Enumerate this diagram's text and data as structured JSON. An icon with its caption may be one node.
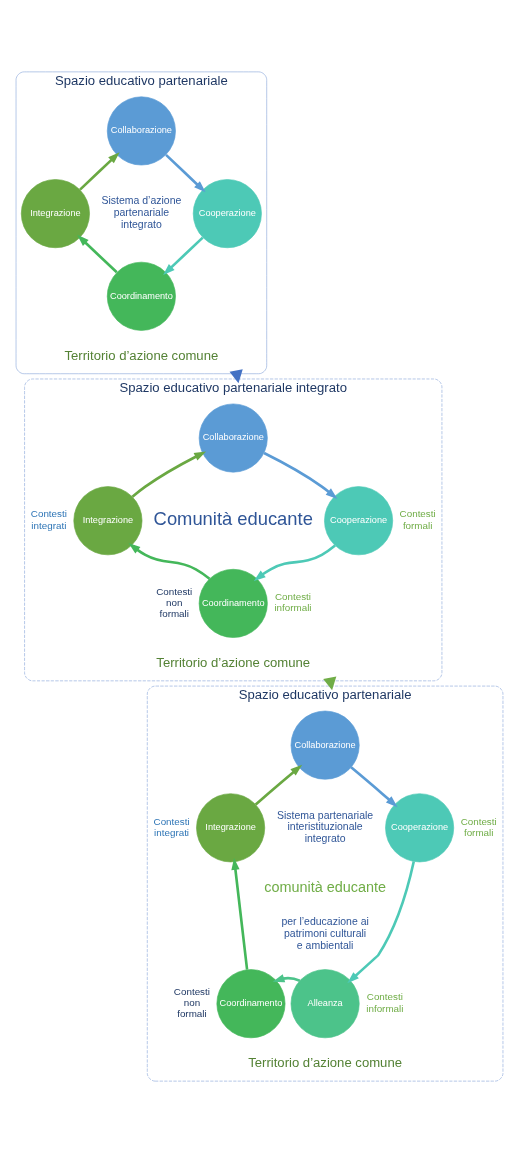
{
  "diagram": {
    "nodes": [
      {
        "text": [
          "Spazio educativo partenariale",
          "Sistema d’azione partenariale integrato",
          "Territorio d’azione comune"
        ]
      },
      {
        "text": [
          "Collaborazione"
        ],
        "in": 0
      },
      {
        "text": [
          "Integrazione"
        ],
        "in": 0
      },
      {
        "text": [
          "Cooperazione"
        ],
        "in": 0
      },
      {
        "text": [
          "Coordinamento"
        ],
        "in": 0
      },
      {
        "text": [
          "Spazio educativo partenariale integrato",
          "Comunità educante",
          "Territorio d’azione comune"
        ]
      },
      {
        "text": [
          "Collaborazione"
        ],
        "in": 5
      },
      {
        "text": [
          "Integrazione"
        ],
        "in": 5,
        "beside": [
          "Contesti integrati"
        ]
      },
      {
        "text": [
          "Cooperazione"
        ],
        "in": 5,
        "beside": [
          "Contesti formali"
        ]
      },
      {
        "text": [
          "Coordinamento"
        ],
        "in": 5,
        "beside": [
          "Contesti non formali",
          "Contesti informali"
        ]
      },
      {
        "text": [
          "Spazio educativo partenariale",
          "Sistema partenariale interistituzionale integrato",
          "comunità educante",
          "per l’educazione ai patrimoni culturali e ambientali",
          "Territorio d’azione comune"
        ]
      },
      {
        "text": [
          "Collaborazione"
        ],
        "in": 10
      },
      {
        "text": [
          "Integrazione"
        ],
        "in": 10,
        "beside": [
          "Contesti integrati"
        ]
      },
      {
        "text": [
          "Cooperazione"
        ],
        "in": 10,
        "beside": [
          "Contesti formali"
        ]
      },
      {
        "text": [
          "Coordinamento"
        ],
        "in": 10,
        "beside": [
          "Contesti non formali"
        ]
      },
      {
        "text": [
          "Alleanza"
        ],
        "in": 10,
        "beside": [
          "Contesti informali"
        ]
      }
    ],
    "edges": [
      {
        "from": 1,
        "to": 3,
        "arrow": "to",
        "color": "#5b9bd5"
      },
      {
        "from": 3,
        "to": 4,
        "arrow": "to",
        "color": "#4dc9b6"
      },
      {
        "from": 4,
        "to": 2,
        "arrow": "to",
        "color": "#44b75a"
      },
      {
        "from": 2,
        "to": 1,
        "arrow": "to",
        "color": "#6aa842"
      },
      {
        "from": 0,
        "to": 5,
        "arrow": "to",
        "color": "#4472c4"
      },
      {
        "from": 6,
        "to": 8,
        "arrow": "to",
        "color": "#5b9bd5"
      },
      {
        "from": 8,
        "to": 9,
        "arrow": "to",
        "color": "#4dc9b6"
      },
      {
        "from": 9,
        "to": 7,
        "arrow": "to",
        "color": "#44b75a"
      },
      {
        "from": 7,
        "to": 6,
        "arrow": "to",
        "color": "#6aa842"
      },
      {
        "from": 5,
        "to": 10,
        "arrow": "to",
        "color": "#70ad47"
      },
      {
        "from": 11,
        "to": 13,
        "arrow": "to",
        "color": "#5b9bd5"
      },
      {
        "from": 13,
        "to": 15,
        "arrow": "to",
        "color": "#4dc9b6"
      },
      {
        "from": 15,
        "to": 14,
        "arrow": "to",
        "color": "#4cc38a"
      },
      {
        "from": 14,
        "to": 12,
        "arrow": "to",
        "color": "#44b75a"
      },
      {
        "from": 12,
        "to": 11,
        "arrow": "to",
        "color": "#6aa842"
      }
    ]
  }
}
